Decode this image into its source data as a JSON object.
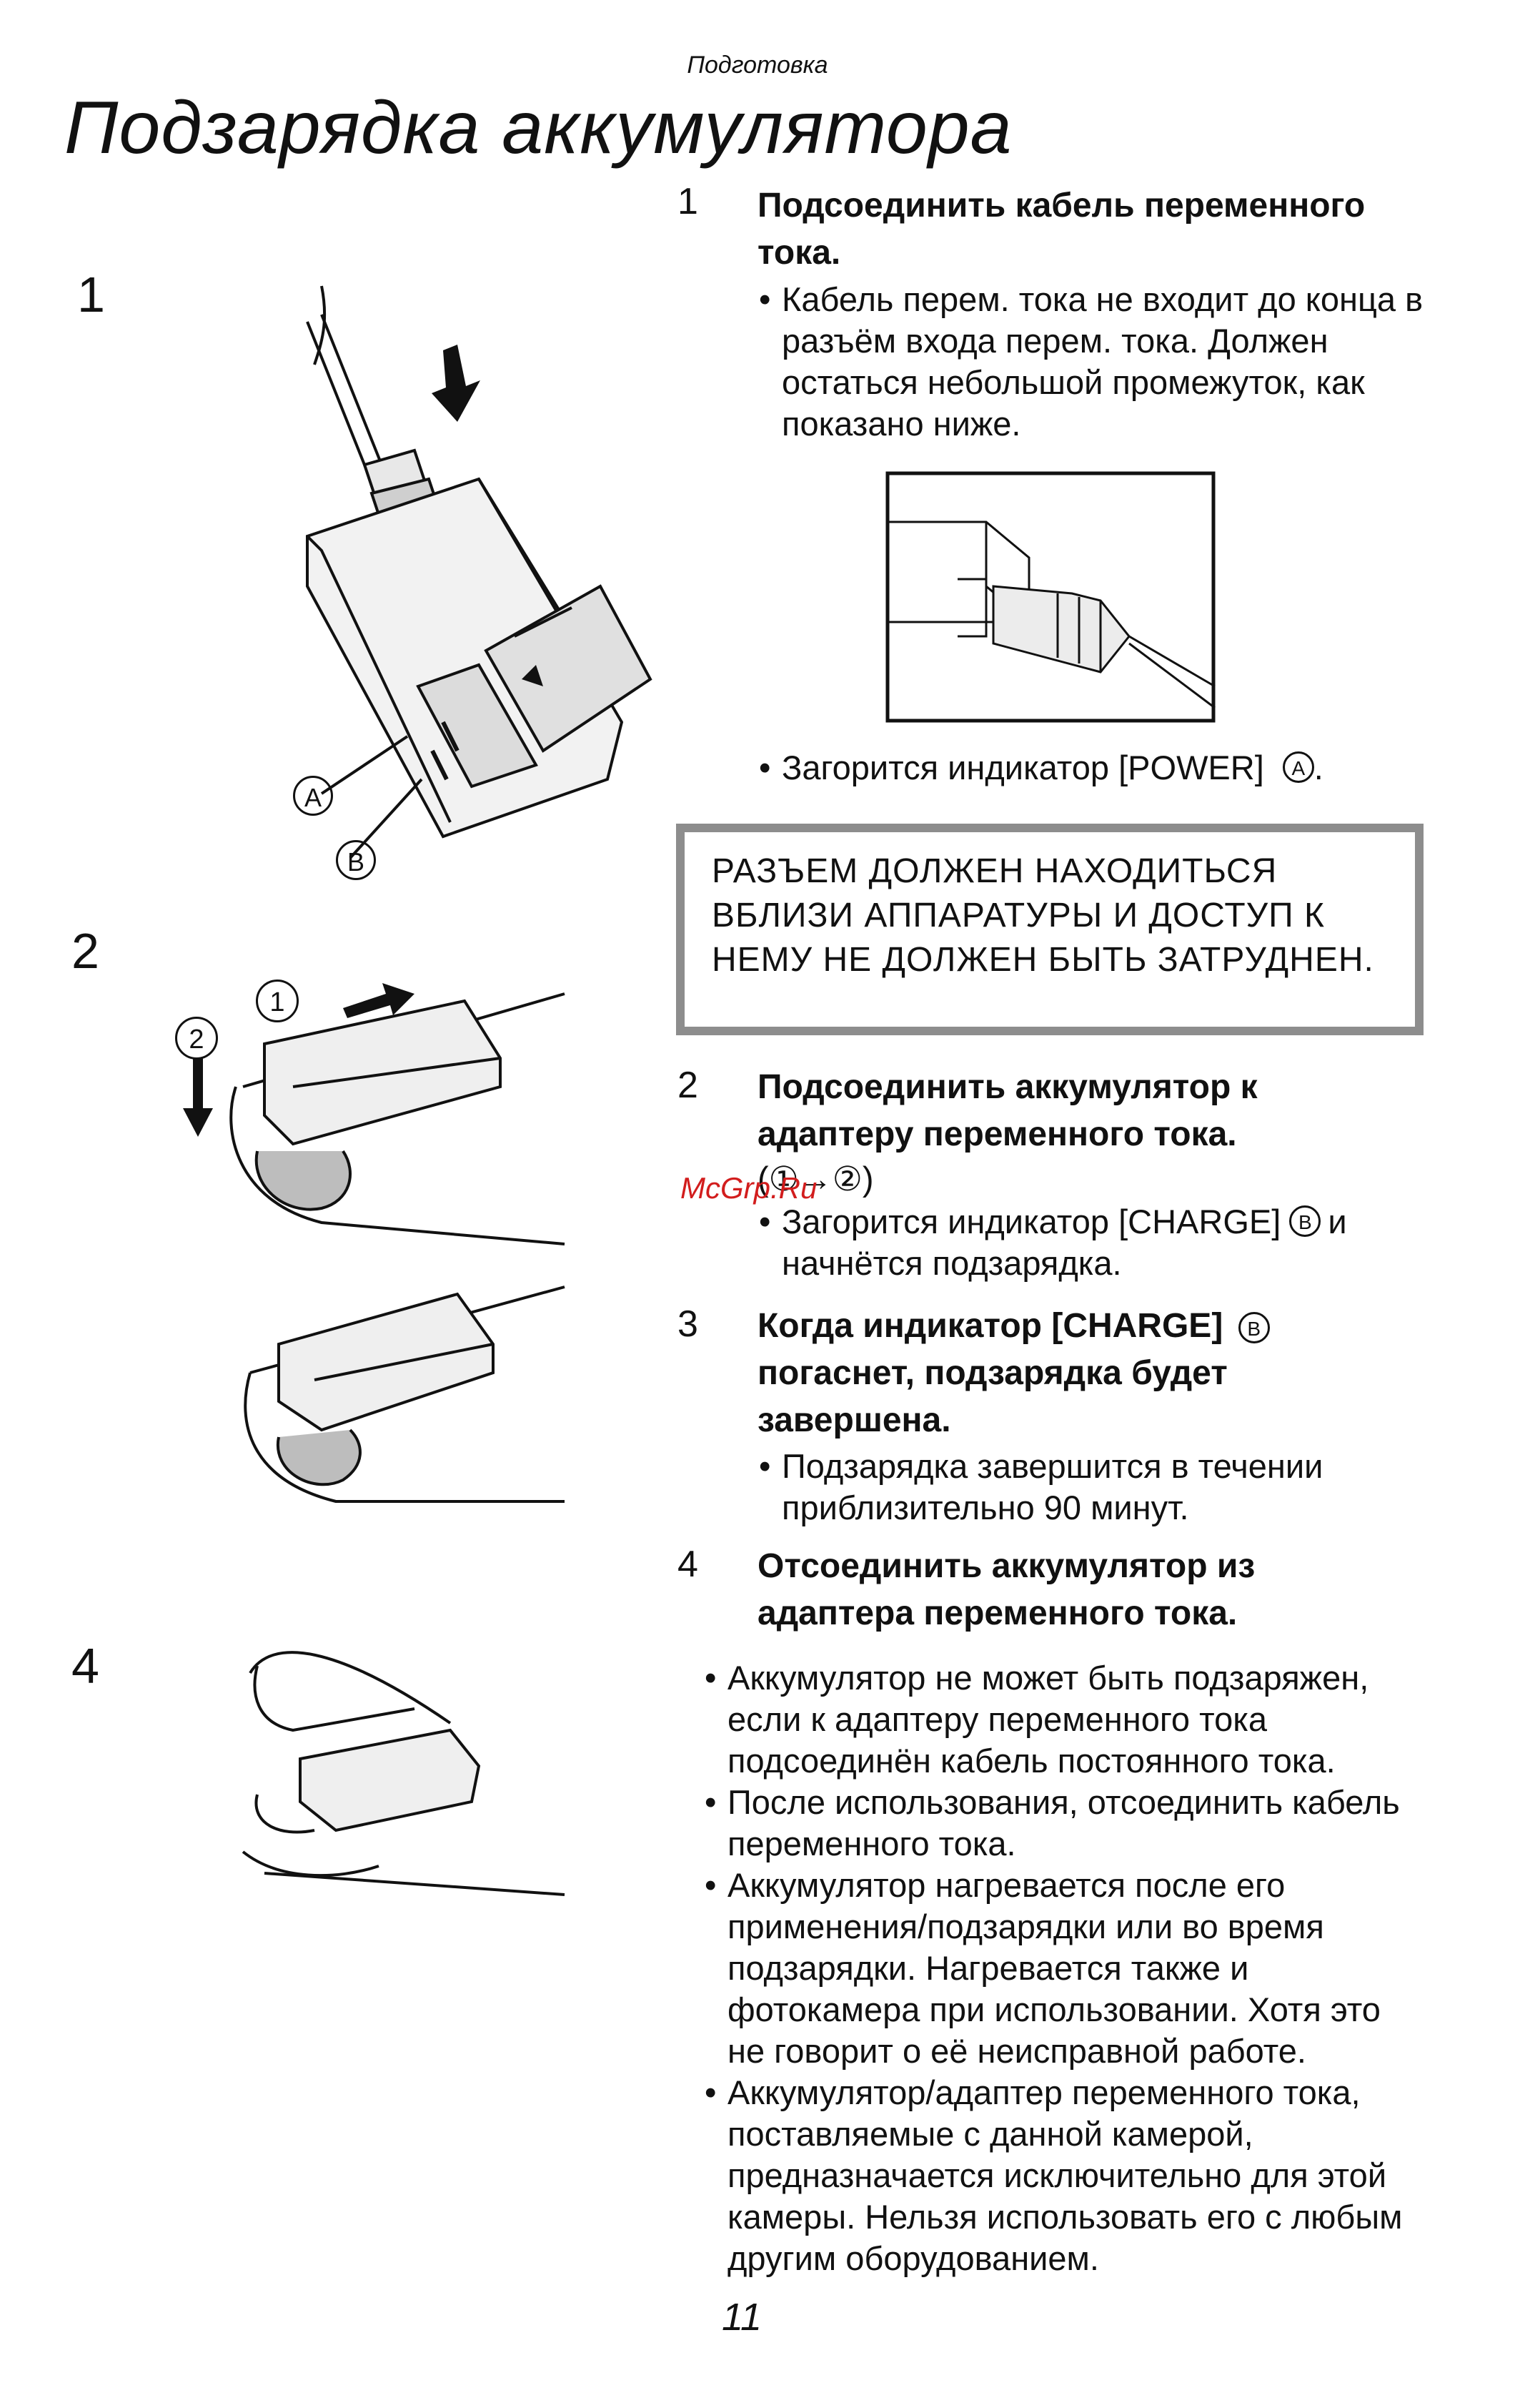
{
  "header": {
    "section": "Подготовка",
    "title": "Подзарядка аккумулятора"
  },
  "figures": {
    "fig1_number": "1",
    "fig2_number": "2",
    "fig4_number": "4",
    "label_a": "A",
    "label_b": "B",
    "callout_1": "1",
    "callout_2": "2"
  },
  "steps": [
    {
      "number": "1",
      "title": "Подсоединить кабель переменного тока.",
      "bullets": [
        "Кабель перем. тока не входит до конца в разъём входа перем. тока. Должен остаться небольшой промежуток, как показано ниже."
      ],
      "after_bullet": "Загорится индикатор [POWER]",
      "after_bullet_symbol": "A"
    },
    {
      "number": "2",
      "title": "Подсоединить аккумулятор к адаптеру переменного тока.",
      "sequence": "(①→②)",
      "bullet_prefix": "Загорится индикатор [CHARGE]",
      "bullet_symbol": "B",
      "bullet_suffix": "и",
      "bullet_continuation": "начнётся подзарядка."
    },
    {
      "number": "3",
      "title_prefix": "Когда индикатор [CHARGE]",
      "title_symbol": "B",
      "title_suffix": "погаснет, подзарядка будет завершена.",
      "bullet": "Подзарядка завершится в течении приблизительно 90 минут."
    },
    {
      "number": "4",
      "title": "Отсоединить аккумулятор из адаптера переменного тока."
    }
  ],
  "warning": "РАЗЪЕМ ДОЛЖЕН НАХОДИТЬСЯ ВБЛИЗИ АППАРАТУРЫ И ДОСТУП К НЕМУ НЕ ДОЛЖЕН БЫТЬ ЗАТРУДНЕН.",
  "notes": [
    "Аккумулятор не может быть подзаряжен, если к адаптеру переменного тока подсоединён кабель постоянного тока.",
    "После использования, отсоединить кабель переменного тока.",
    "Аккумулятор нагревается после его применения/подзарядки или во время подзарядки. Нагревается также и фотокамера при использовании. Хотя это не говорит о её неисправной работе.",
    "Аккумулятор/адаптер переменного тока, поставляемые с данной камерой, предназначается исключительно для этой камеры. Нельзя использовать его с любым другим оборудованием."
  ],
  "watermark": "McGrp.Ru",
  "page_number": "11"
}
